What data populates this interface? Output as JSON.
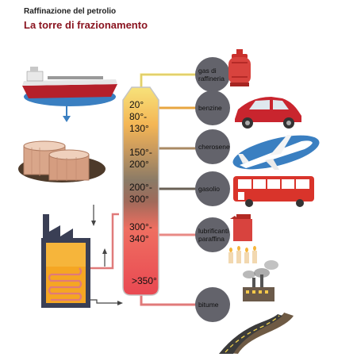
{
  "header": {
    "subtitle": "Raffinazione del petrolio",
    "title": "La torre di frazionamento"
  },
  "tower": {
    "bands": [
      {
        "lines": [
          "20°",
          "80°-",
          "130°"
        ]
      },
      {
        "lines": [
          "150°-",
          "200°"
        ]
      },
      {
        "lines": [
          "200°-",
          "300°"
        ]
      },
      {
        "lines": [
          "300°-",
          "340°"
        ]
      },
      {
        "lines": [
          ">350°"
        ]
      }
    ]
  },
  "products": [
    {
      "lines": [
        "gas di",
        "raffineria"
      ],
      "icon": "gas-cylinder-icon"
    },
    {
      "lines": [
        "benzine"
      ],
      "icon": "car-icon"
    },
    {
      "lines": [
        "cherosene"
      ],
      "icon": "airplane-icon"
    },
    {
      "lines": [
        "gasolio"
      ],
      "icon": "bus-icon"
    },
    {
      "lines": [
        "lubrificanti",
        "paraffina"
      ],
      "icon": "oil-can-candles-icon"
    },
    {
      "lines": [
        "bitume"
      ],
      "icon": "factory-road-icon"
    }
  ],
  "colors": {
    "title": "#8a1420",
    "circle": "#63636b",
    "band1": "#f7e27a",
    "band2": "#f4b655",
    "band3": "#c99a5e",
    "band4": "#8a7a66",
    "band5": "#ef6f61",
    "band6": "#e94852",
    "pipe": "#e07a7a"
  }
}
